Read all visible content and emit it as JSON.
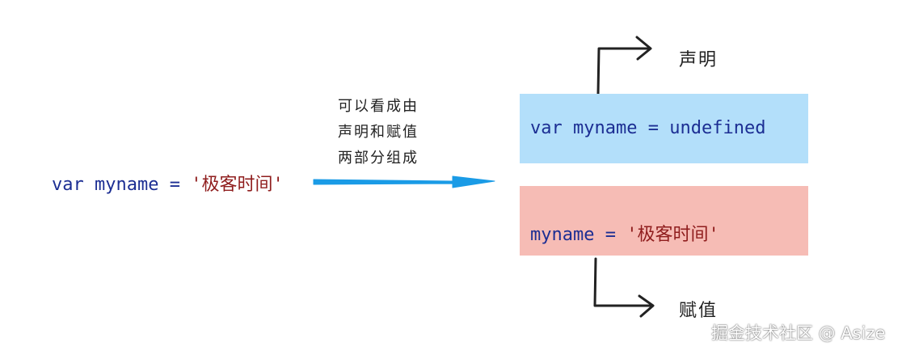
{
  "source": {
    "keyword": "var",
    "name": "myname",
    "equals": "=",
    "value": "'极客时间'"
  },
  "caption": {
    "lines": [
      "可以看成由",
      "声明和赋值",
      "两部分组成"
    ]
  },
  "declaration": {
    "keyword": "var",
    "name": "myname",
    "equals": "=",
    "value": "undefined",
    "label": "声明"
  },
  "assignment": {
    "name": "myname",
    "equals": "=",
    "value": "'极客时间'",
    "label": "赋值"
  },
  "watermark": "掘金技术社区 @ Asize",
  "colors": {
    "arrow": "#1a9be6",
    "declaration_fill": "#b3dffa",
    "assignment_fill": "#f6bcb5",
    "keyword": "#1c2e93",
    "string": "#8f1d1d"
  }
}
